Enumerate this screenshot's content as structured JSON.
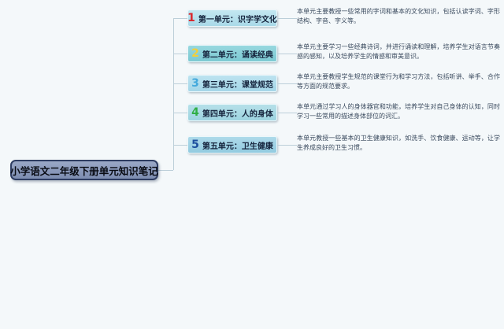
{
  "root": {
    "label": "小学语文二年级下册单元知识笔记",
    "fill_color": "#8392b6",
    "border_color": "#2e3d62"
  },
  "colors": {
    "background": "#f4f8fa",
    "connector": "#bccfd9"
  },
  "branches": [
    {
      "number": "1",
      "number_color": "#d9262c",
      "label": "第一单元：识字学文化",
      "box_color": "#aedcec",
      "description": "本单元主要教授一些常用的字词和基本的文化知识，包括认读字词、字形结构、字音、字义等。"
    },
    {
      "number": "2",
      "number_color": "#f2cf3a",
      "label": "第二单元：诵读经典",
      "box_color": "#87cfd8",
      "description": "本单元主要学习一些经典诗词，并进行诵读和理解，培养学生对语言节奏感的感知，以及培养学生的情感和审美意识。"
    },
    {
      "number": "3",
      "number_color": "#44a9dc",
      "label": "第三单元：课堂规范",
      "box_color": "#aedcec",
      "description": "本单元主要教授学生规范的课堂行为和学习方法，包括听讲、举手、合作等方面的规范要求。"
    },
    {
      "number": "4",
      "number_color": "#2fae45",
      "label": "第四单元：人的身体",
      "box_color": "#a8dbe6",
      "description": "本单元通过学习人的身体器官和功能，培养学生对自己身体的认知，同时学习一些常用的描述身体部位的词汇。"
    },
    {
      "number": "5",
      "number_color": "#1d4f9e",
      "label": "第五单元：卫生健康",
      "box_color": "#9dd2e4",
      "description": "本单元教授一些基本的卫生健康知识，如洗手、饮食健康、运动等，让学生养成良好的卫生习惯。"
    }
  ]
}
